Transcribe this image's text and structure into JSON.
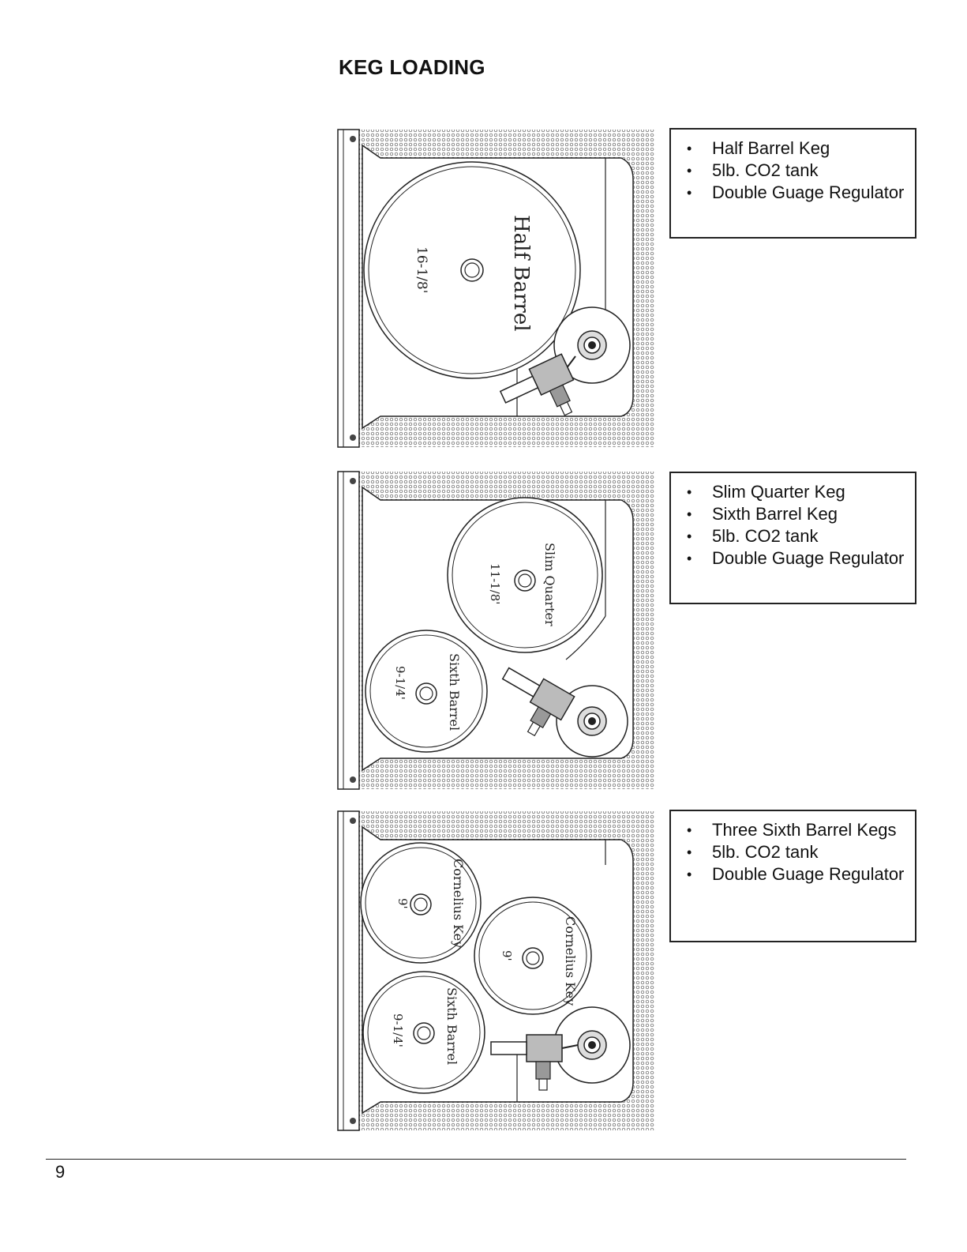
{
  "page": {
    "title": "KEG LOADING",
    "page_number": "9"
  },
  "panels": [
    {
      "items": [
        "Half Barrel Keg",
        "5lb. CO2 tank",
        "Double Guage Regulator"
      ],
      "kegs": [
        {
          "name": "Half Barrel",
          "size": "16-1/8'"
        }
      ]
    },
    {
      "items": [
        "Slim Quarter Keg",
        "Sixth Barrel Keg",
        "5lb. CO2 tank",
        "Double Guage Regulator"
      ],
      "kegs": [
        {
          "name": "Slim Quarter",
          "size": "11-1/8'"
        },
        {
          "name": "Sixth Barrel",
          "size": "9-1/4'"
        }
      ]
    },
    {
      "items": [
        "Three Sixth Barrel Kegs",
        "5lb. CO2 tank",
        "Double Guage Regulator"
      ],
      "kegs": [
        {
          "name": "Cornelius Key",
          "size": "9'"
        },
        {
          "name": "Cornelius Key",
          "size": "9'"
        },
        {
          "name": "Sixth Barrel",
          "size": "9-1/4'"
        }
      ]
    }
  ]
}
